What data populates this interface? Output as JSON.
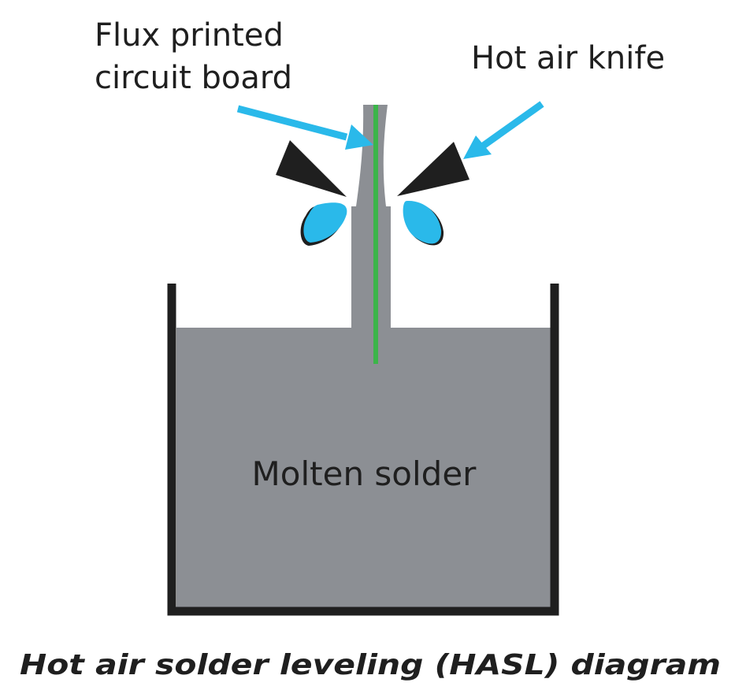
{
  "labels": {
    "board_line1": "Flux printed",
    "board_line2": "circuit board",
    "air_knife": "Hot air knife",
    "solder": "Molten solder"
  },
  "caption": "Hot air solder leveling (HASL) diagram",
  "colors": {
    "solder": "#8c8f94",
    "board_core": "#3cb54a",
    "arrow": "#2ab9ea",
    "air_knife": "#1f1f1f",
    "air_flow": "#2ab9ea",
    "tank": "#1f1f1f",
    "text": "#1f1f1f"
  }
}
